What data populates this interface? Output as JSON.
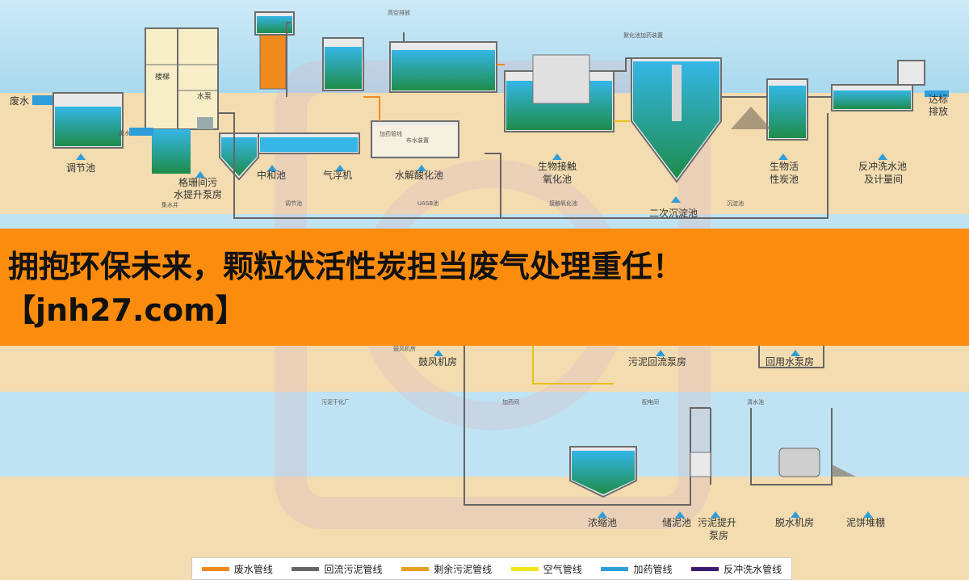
{
  "labels": {
    "waste_water": "废水",
    "discharge_line1": "达标",
    "discharge_line2": "排放",
    "equalization_tank": "调节池",
    "grid_pump_line1": "格珊间污",
    "grid_pump_line2": "水提升泵房",
    "neutralization_tank": "中和池",
    "air_flotation": "气浮机",
    "hydrolysis_tank": "水解酸化池",
    "contact_oxidation_line1": "生物接触",
    "contact_oxidation_line2": "氧化池",
    "secondary_settling": "二次沉淀池",
    "bio_carbon_line1": "生物活",
    "bio_carbon_line2": "性炭池",
    "backwash_line1": "反冲洗水池",
    "backwash_line2": "及计量间",
    "stairs": "楼梯",
    "pump": "水泵",
    "blower_room": "鼓风机房",
    "sludge_return_pump": "污泥回流泵房",
    "reuse_pump": "回用水泵房",
    "thickener": "浓缩池",
    "sludge_storage": "储泥池",
    "sludge_lift_line1": "污泥提升",
    "sludge_lift_line2": "泵房",
    "dewatering_room": "脱水机房",
    "cake_shed": "泥饼堆棚"
  },
  "small_labels": {
    "high_vent": "高空排放",
    "dosing_room_top": "絮化池加药装置",
    "waste_water_small": "废水",
    "dosing_pipe": "加药管线",
    "aeration": "布水装置",
    "tiaojie_chi": "调节池",
    "uasb": "UASB池",
    "contact_small": "接触氧化池",
    "settling_small": "沉淀池",
    "collect_well": "集水井",
    "sludge_plant": "污泥干化厂",
    "dosing_room": "加药间",
    "control_room": "配电间",
    "clear_pool": "清水池",
    "blower_small": "鼓风机房"
  },
  "banner": {
    "line1": "拥抱环保未来，颗粒状活性炭担当废气处理重任！",
    "line2": "【jnh27.com】"
  },
  "legend": [
    {
      "label": "废水管线",
      "color": "#f08a1c"
    },
    {
      "label": "回流污泥管线",
      "color": "#666666"
    },
    {
      "label": "剩余污泥管线",
      "color": "#e5a020"
    },
    {
      "label": "空气管线",
      "color": "#f2e51c"
    },
    {
      "label": "加药管线",
      "color": "#2f9ed8"
    },
    {
      "label": "反冲洗水管线",
      "color": "#3a1c6e"
    }
  ],
  "colors": {
    "sky": "#bfe3f2",
    "ground": "#f2dcb0",
    "water": "#1e9fd6",
    "banner": "#fb8c0e"
  }
}
